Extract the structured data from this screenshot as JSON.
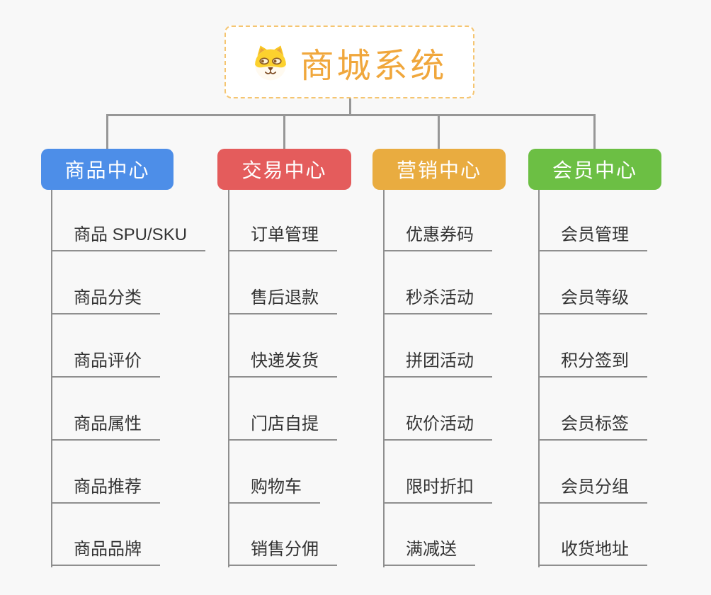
{
  "diagram": {
    "type": "mind-map-tree",
    "background_color": "#f8f8f8",
    "connector_color": "#979797"
  },
  "root": {
    "title": "商城系统",
    "icon": "dog-face-icon",
    "text_color": "#f0a73c",
    "border_color": "#f5c571"
  },
  "branches": [
    {
      "label": "商品中心",
      "color": "#4d8ee8",
      "children": [
        "商品 SPU/SKU",
        "商品分类",
        "商品评价",
        "商品属性",
        "商品推荐",
        "商品品牌"
      ]
    },
    {
      "label": "交易中心",
      "color": "#e45c5c",
      "children": [
        "订单管理",
        "售后退款",
        "快递发货",
        "门店自提",
        "购物车",
        "销售分佣"
      ]
    },
    {
      "label": "营销中心",
      "color": "#e9ac40",
      "children": [
        "优惠券码",
        "秒杀活动",
        "拼团活动",
        "砍价活动",
        "限时折扣",
        "满减送"
      ]
    },
    {
      "label": "会员中心",
      "color": "#6cbf44",
      "children": [
        "会员管理",
        "会员等级",
        "积分签到",
        "会员标签",
        "会员分组",
        "收货地址"
      ]
    }
  ]
}
